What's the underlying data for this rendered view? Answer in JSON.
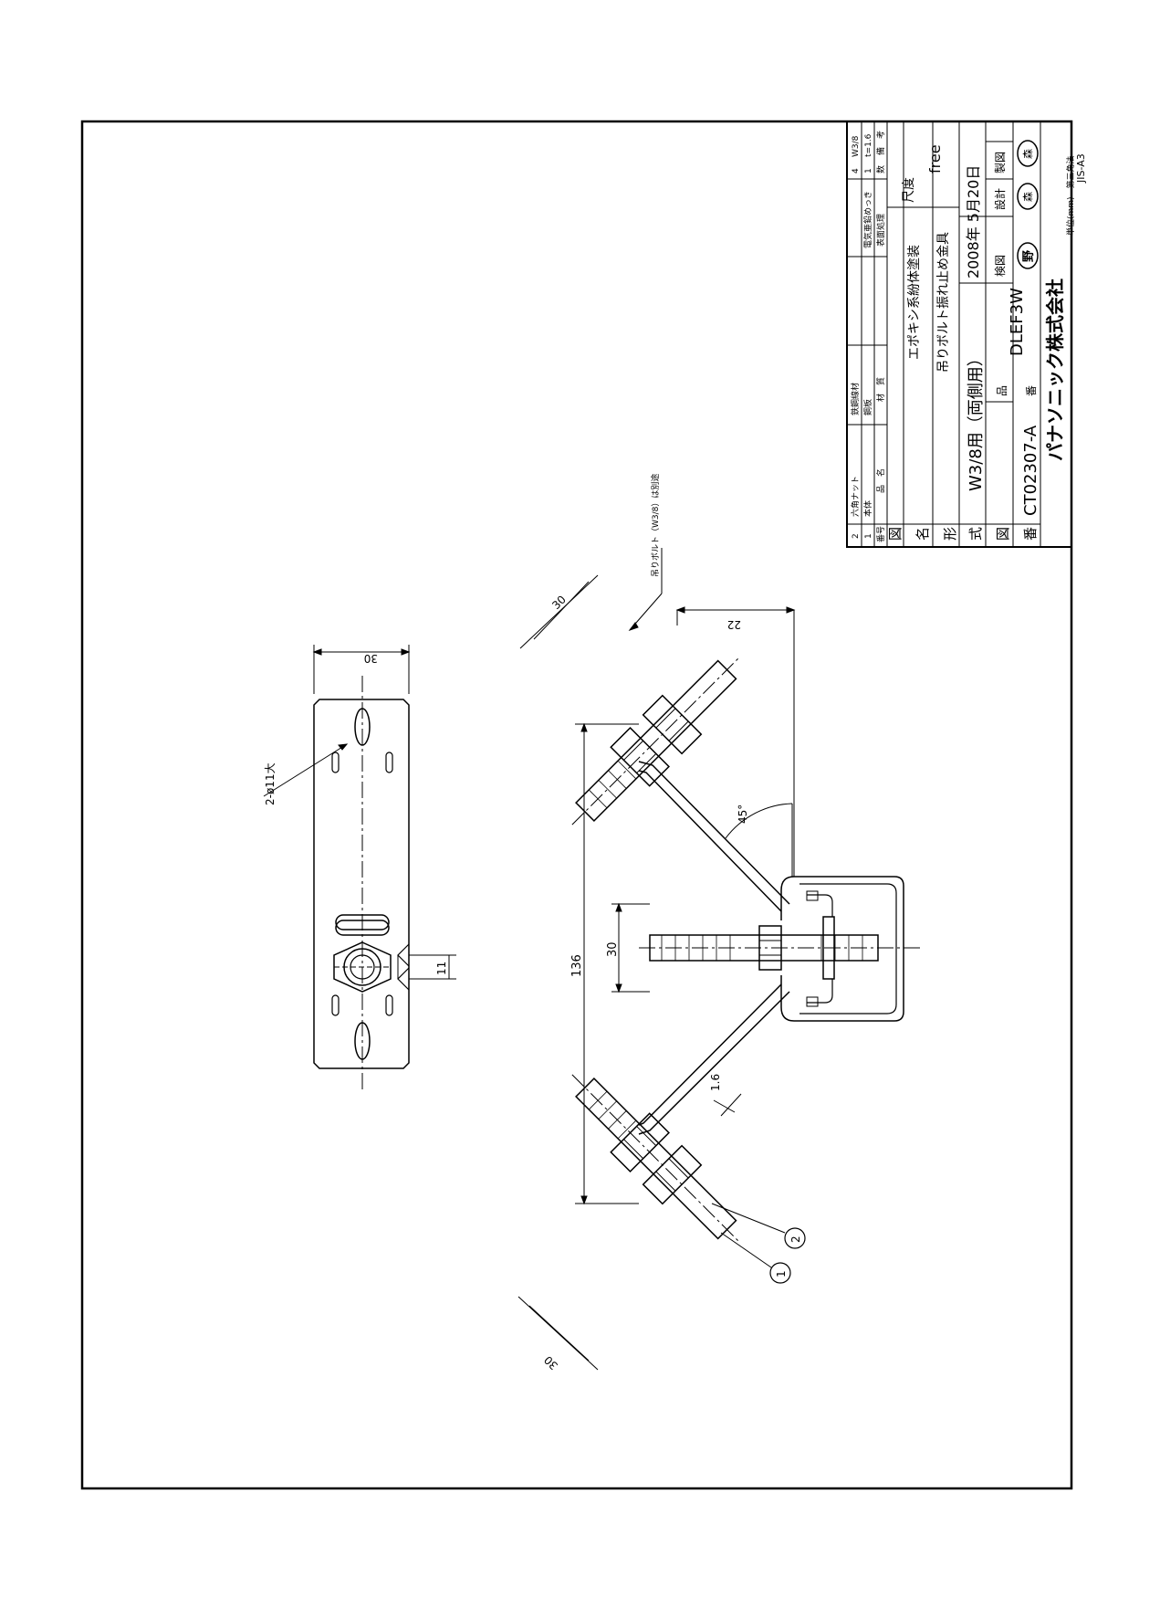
{
  "dimensions": {
    "strap_width": "30",
    "hole_callout": "2-ø11大",
    "slot_width": "11",
    "bracket_span": "136",
    "center_leg": "30",
    "thickness": "1.6",
    "angle": "45°",
    "offset": "22",
    "upper_leg": "30",
    "lower_leg": "30"
  },
  "notes": {
    "bolt_note": "吊りボルト（W3/8）は別途",
    "balloon_1": "1",
    "balloon_2": "2"
  },
  "title_block": {
    "parts": [
      {
        "no": "2",
        "name": "六角ナット",
        "material": "鉄鋼線材",
        "finish": "",
        "qty": "4",
        "remark": "W3/8"
      },
      {
        "no": "1",
        "name": "本体",
        "material": "鋼板",
        "finish": "電気亜鉛めっき",
        "qty": "1",
        "remark": "t=1.6"
      }
    ],
    "headers": {
      "no": "番号",
      "name": "品　名",
      "material": "材　質",
      "finish": "表面処理",
      "qty": "数",
      "remark": "備　考"
    },
    "zumei_label_1": "図",
    "zumei_label_2": "名",
    "title_line1": "エポキシ系紛体塗装",
    "title_line2": "吊りボルト振れ止め金具",
    "scale_label": "尺度",
    "scale_value": "free",
    "model_label_1": "形",
    "model_label_2": "式",
    "model_value": "W3/8用（両側用）",
    "date": "2008年 5月20日",
    "check_label": "検図",
    "design_label": "設計",
    "draw_label": "製図",
    "stamp_1": "野",
    "stamp_2": "森",
    "stamp_3": "森",
    "drawing_no_label_1": "図",
    "drawing_no_label_2": "番",
    "drawing_no": "CT02307-A",
    "part_no_label_1": "品",
    "part_no_label_2": "番",
    "part_no": "DLEF3W",
    "company": "パナソニック株式会社",
    "unit": "単位(mm)　第三角法",
    "sheet_size": "JIS-A3"
  }
}
